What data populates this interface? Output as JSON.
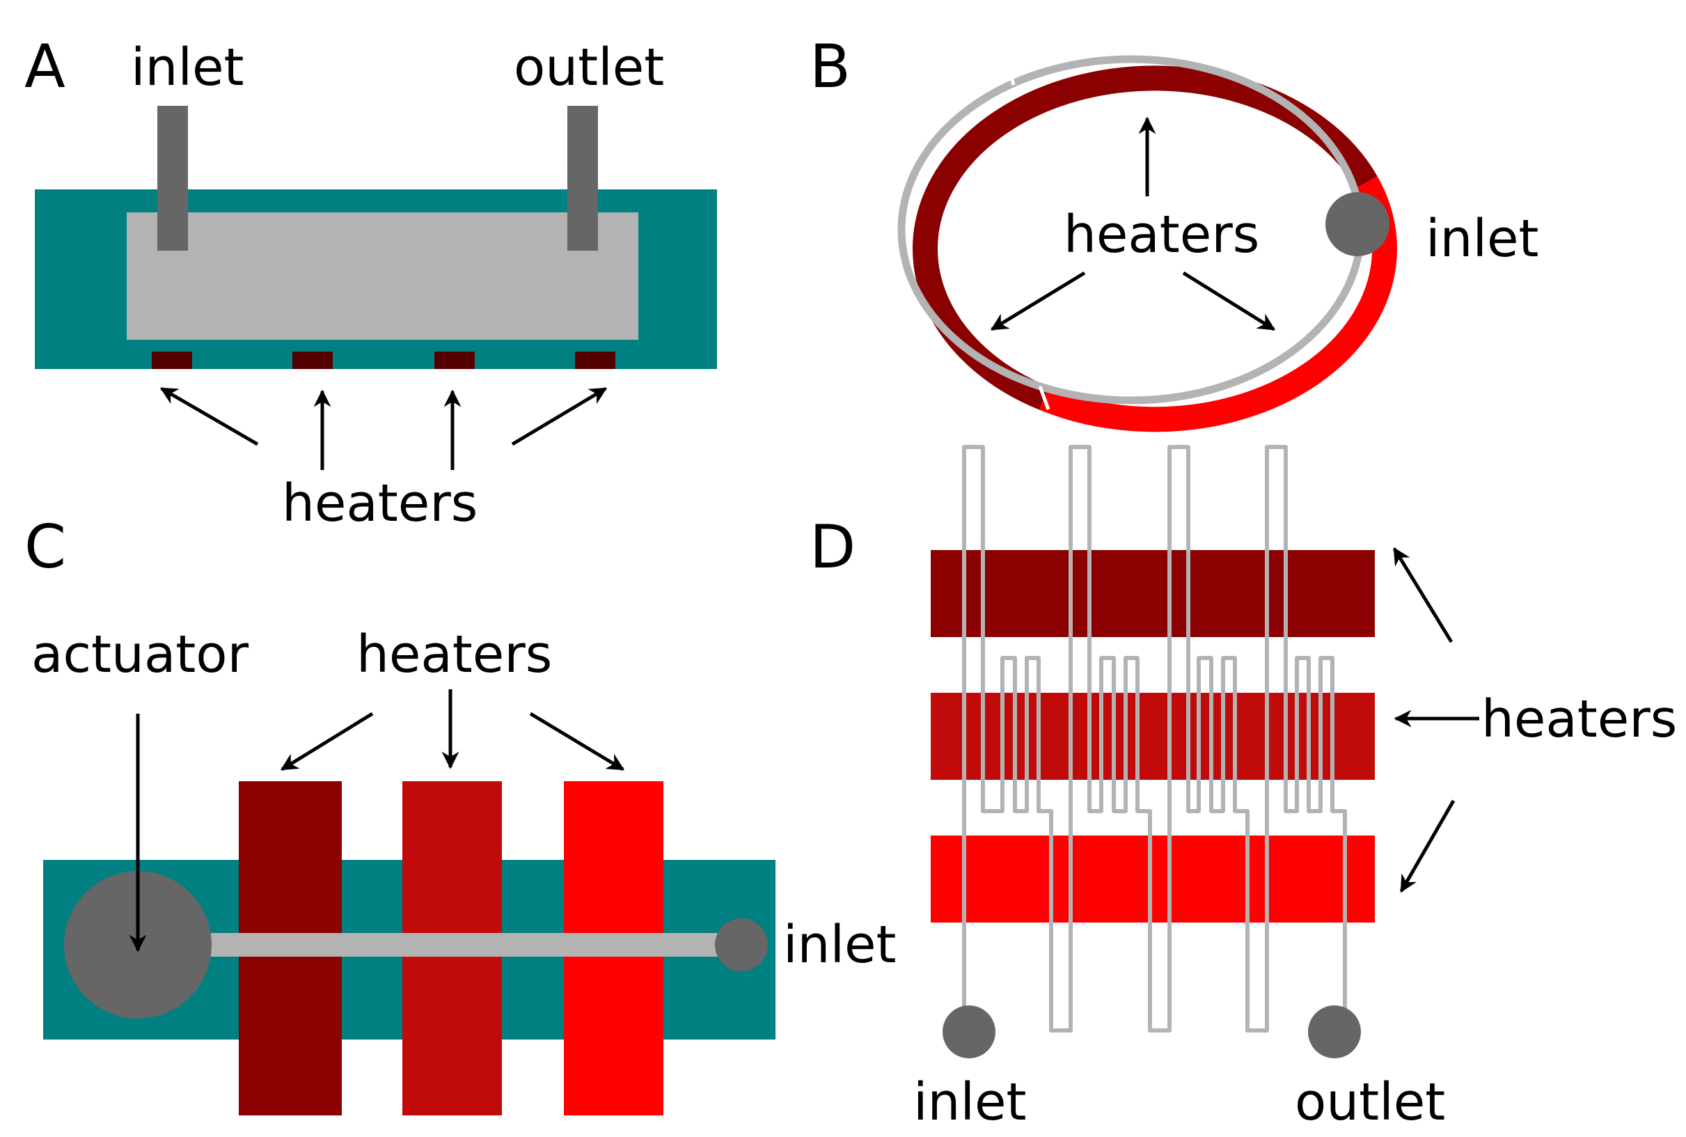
{
  "colors": {
    "teal": "#008080",
    "chamber": "#b3b3b3",
    "tube": "#666666",
    "heater_dark": "#8b0000",
    "heater_mid": "#c10a0a",
    "heater_bright": "#ff0000",
    "heater_pad": "#550000",
    "channel": "#b3b3b3",
    "arrow": "#000000"
  },
  "panels": {
    "a": {
      "letter": "A",
      "inlet": "inlet",
      "outlet": "outlet",
      "heaters": "heaters"
    },
    "b": {
      "letter": "B",
      "heaters": "heaters",
      "inlet": "inlet"
    },
    "c": {
      "letter": "C",
      "actuator": "actuator",
      "heaters": "heaters",
      "inlet": "inlet"
    },
    "d": {
      "letter": "D",
      "heaters": "heaters",
      "inlet": "inlet",
      "outlet": "outlet"
    }
  }
}
